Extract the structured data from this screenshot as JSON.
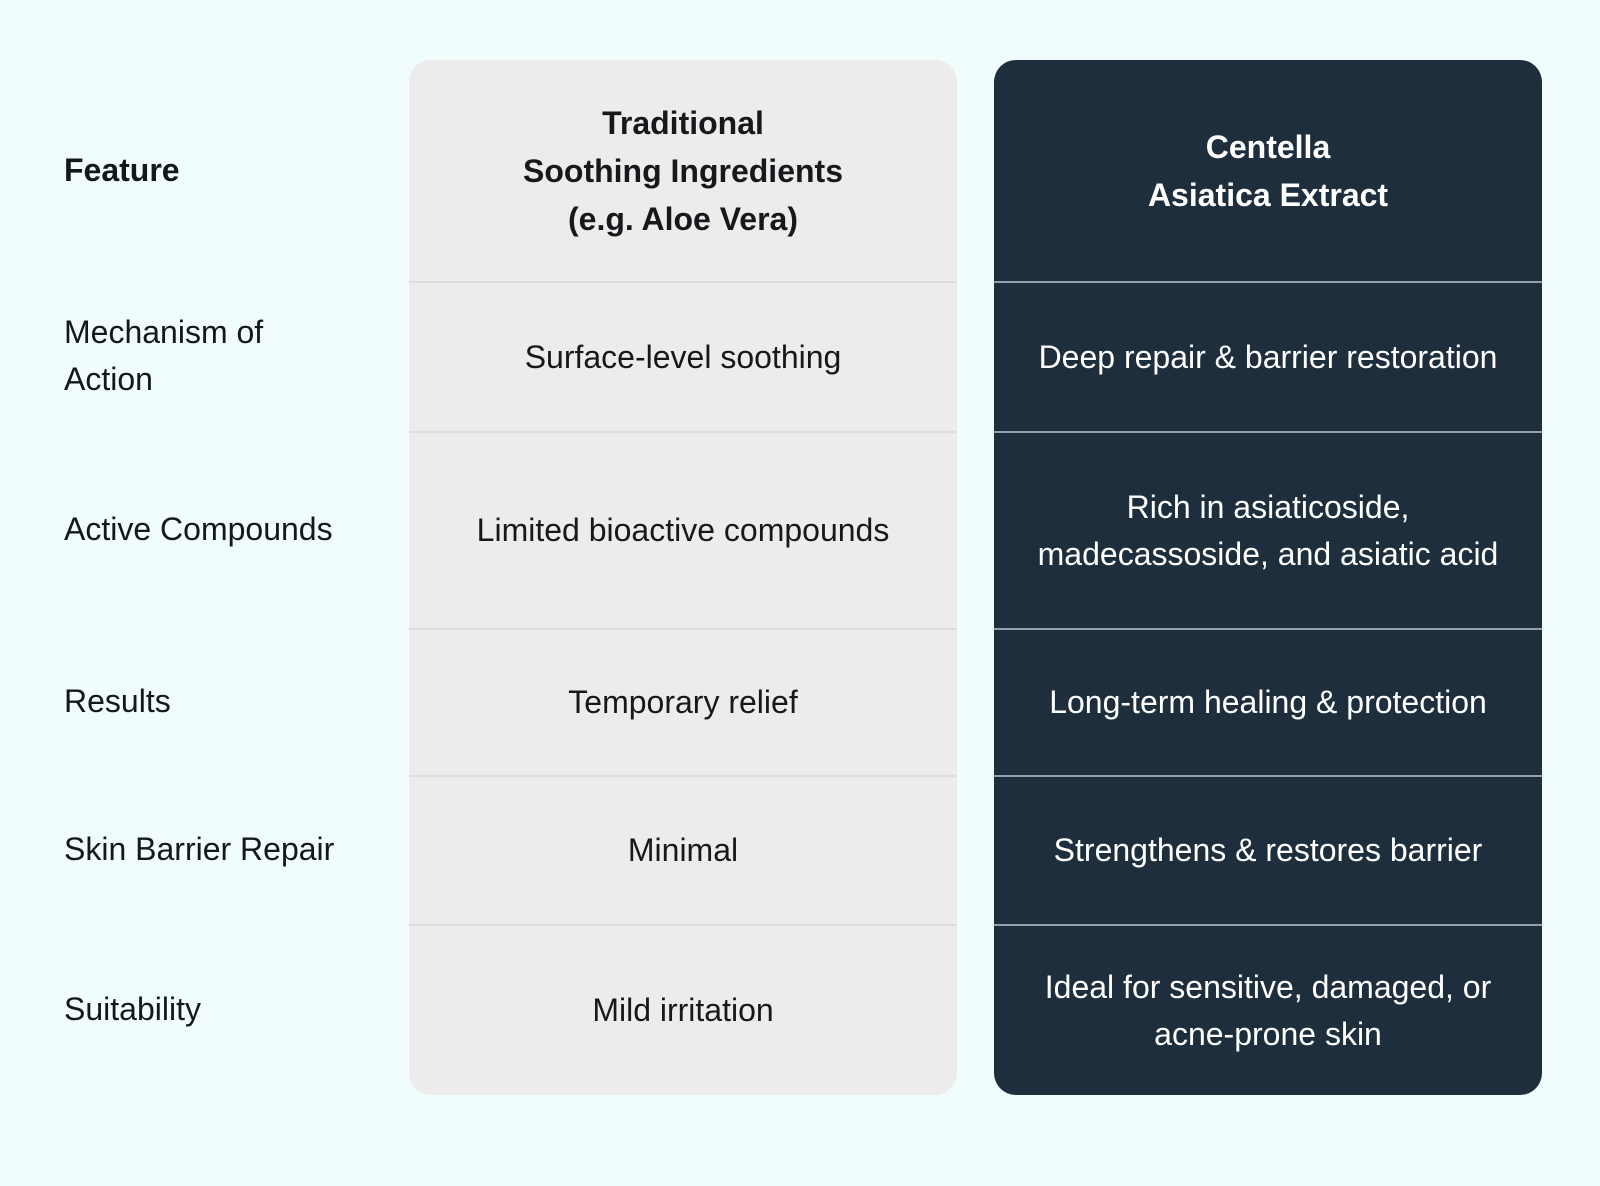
{
  "comparison_table": {
    "columns": [
      {
        "id": "feature",
        "header": "Feature",
        "style": "plain"
      },
      {
        "id": "traditional",
        "header": "Traditional\nSoothing Ingredients\n(e.g. Aloe Vera)",
        "header_line1": "Traditional",
        "header_line2": "Soothing Ingredients",
        "header_line3": "(e.g. Aloe Vera)",
        "style": "light-card"
      },
      {
        "id": "centella",
        "header": "Centella\nAsiatica Extract",
        "header_line1": "Centella",
        "header_line2": "Asiatica Extract",
        "style": "dark-card"
      }
    ],
    "rows": [
      {
        "feature": "Mechanism of Action",
        "traditional": "Surface-level soothing",
        "centella": "Deep repair & barrier restoration"
      },
      {
        "feature": "Active Compounds",
        "traditional": "Limited bioactive compounds",
        "centella": "Rich in asiaticoside, madecassoside, and asiatic acid"
      },
      {
        "feature": "Results",
        "traditional": "Temporary relief",
        "centella": "Long-term healing & protection"
      },
      {
        "feature": "Skin Barrier Repair",
        "traditional": "Minimal",
        "centella": "Strengthens & restores barrier"
      },
      {
        "feature": "Suitability",
        "traditional": "Mild irritation",
        "centella": "Ideal for sensitive, damaged, or acne-prone skin"
      }
    ]
  },
  "colors": {
    "page_background": "#f1fcfd",
    "light_card": "#edebeb",
    "dark_card": "#1f2e3d",
    "light_text": "#16191c",
    "dark_card_text": "#ffffff",
    "light_divider": "#dedcdc",
    "dark_divider": "#94a0aa"
  }
}
